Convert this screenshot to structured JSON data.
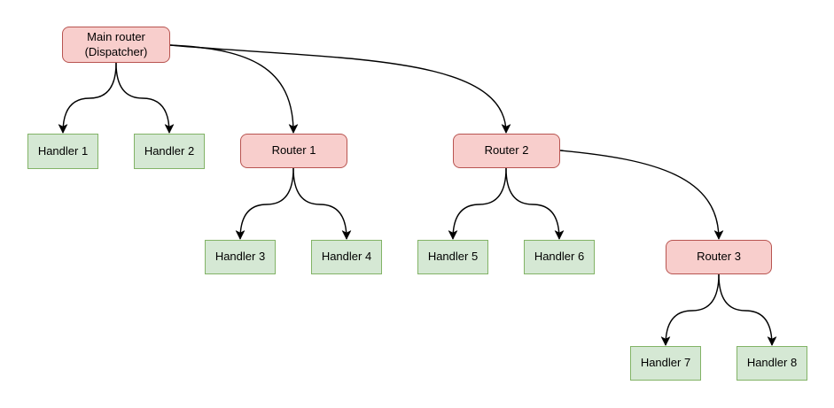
{
  "diagram": {
    "type": "flowchart-tree",
    "colors": {
      "router_fill": "#f8cecc",
      "router_stroke": "#b85450",
      "handler_fill": "#d5e8d4",
      "handler_stroke": "#82b366",
      "edge_stroke": "#000000",
      "background": "#ffffff",
      "text": "#000000"
    },
    "nodes": [
      {
        "id": "main-router",
        "label": "Main router (Dispatcher)",
        "type": "router"
      },
      {
        "id": "handler-1",
        "label": "Handler 1",
        "type": "handler"
      },
      {
        "id": "handler-2",
        "label": "Handler 2",
        "type": "handler"
      },
      {
        "id": "router-1",
        "label": "Router 1",
        "type": "router"
      },
      {
        "id": "router-2",
        "label": "Router 2",
        "type": "router"
      },
      {
        "id": "handler-3",
        "label": "Handler 3",
        "type": "handler"
      },
      {
        "id": "handler-4",
        "label": "Handler 4",
        "type": "handler"
      },
      {
        "id": "handler-5",
        "label": "Handler 5",
        "type": "handler"
      },
      {
        "id": "handler-6",
        "label": "Handler 6",
        "type": "handler"
      },
      {
        "id": "router-3",
        "label": "Router 3",
        "type": "router"
      },
      {
        "id": "handler-7",
        "label": "Handler 7",
        "type": "handler"
      },
      {
        "id": "handler-8",
        "label": "Handler 8",
        "type": "handler"
      }
    ],
    "edges": [
      {
        "from": "main-router",
        "to": "handler-1"
      },
      {
        "from": "main-router",
        "to": "handler-2"
      },
      {
        "from": "main-router",
        "to": "router-1"
      },
      {
        "from": "main-router",
        "to": "router-2"
      },
      {
        "from": "router-1",
        "to": "handler-3"
      },
      {
        "from": "router-1",
        "to": "handler-4"
      },
      {
        "from": "router-2",
        "to": "handler-5"
      },
      {
        "from": "router-2",
        "to": "handler-6"
      },
      {
        "from": "router-2",
        "to": "router-3"
      },
      {
        "from": "router-3",
        "to": "handler-7"
      },
      {
        "from": "router-3",
        "to": "handler-8"
      }
    ]
  }
}
